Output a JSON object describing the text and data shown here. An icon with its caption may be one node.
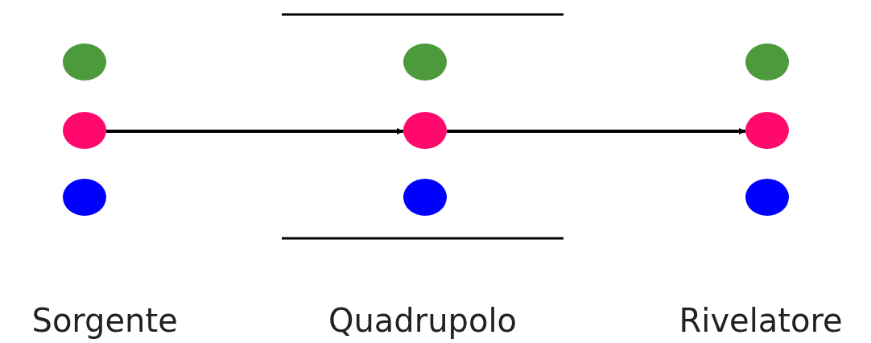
{
  "diagram": {
    "nodes": [
      {
        "text": [],
        "shape": "picture",
        "beside": [
          "Sorgente"
        ]
      },
      {
        "text": [],
        "shape": "picture",
        "beside": [
          "Quadrupolo"
        ]
      },
      {
        "text": [],
        "shape": "picture",
        "beside": [
          "Rivelatore"
        ]
      }
    ],
    "edges": [
      {
        "from": 0,
        "to": 1,
        "arrow": "to"
      },
      {
        "from": 1,
        "to": 2,
        "arrow": "to"
      }
    ]
  }
}
